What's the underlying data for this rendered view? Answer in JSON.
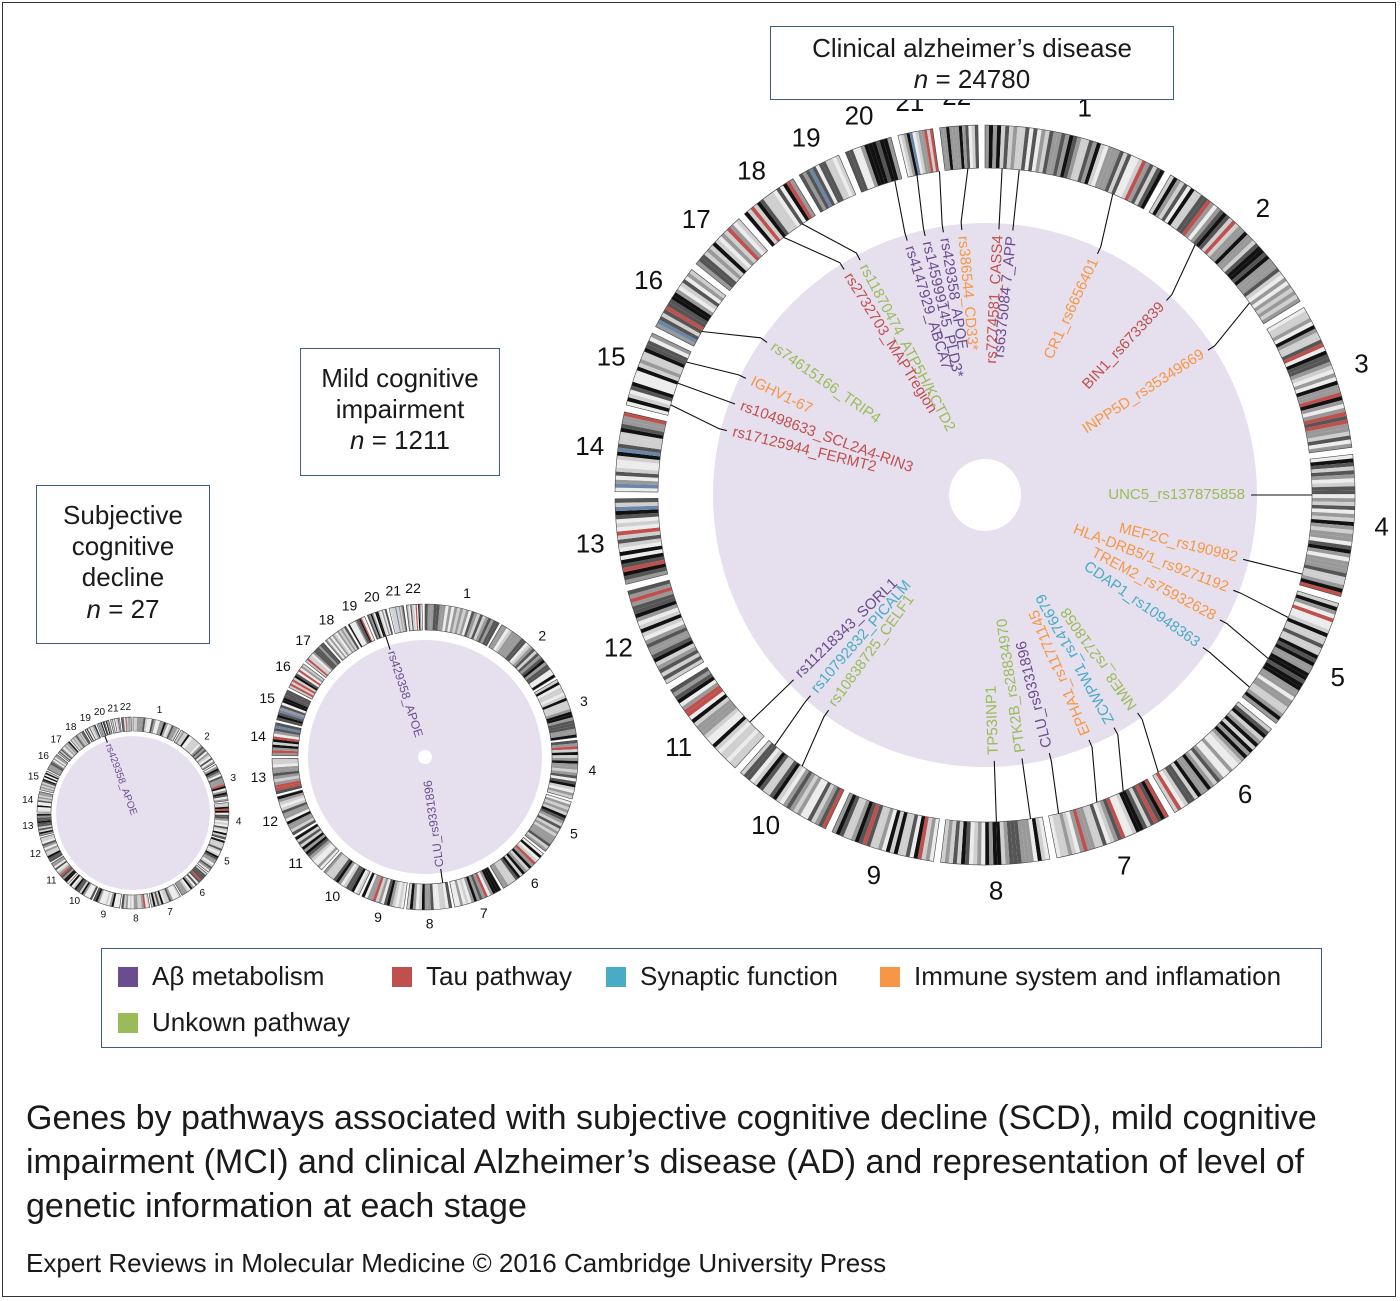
{
  "boxes": {
    "scd": {
      "lines": [
        "Subjective",
        "cognitive",
        "decline"
      ],
      "n_label": "n",
      "n_value": "= 27"
    },
    "mci": {
      "lines": [
        "Mild cognitive",
        "impairment"
      ],
      "n_label": "n",
      "n_value": "= 1211"
    },
    "ad": {
      "lines": [
        "Clinical alzheimer’s disease"
      ],
      "n_label": "n",
      "n_value": "= 24780"
    }
  },
  "chromosomes": [
    "1",
    "2",
    "3",
    "4",
    "5",
    "6",
    "7",
    "8",
    "9",
    "10",
    "11",
    "12",
    "13",
    "14",
    "15",
    "16",
    "17",
    "18",
    "19",
    "20",
    "21",
    "22"
  ],
  "colors": {
    "abeta": "#6b4c8e",
    "tau": "#c0504d",
    "synaptic": "#4aabc6",
    "immune": "#f79646",
    "unknown": "#9bbb59",
    "inner_fill": "#e6e0ee"
  },
  "scd_genes": [
    {
      "label": "rs429358_APOE",
      "color": "abeta"
    }
  ],
  "mci_genes": [
    {
      "label": "rs429358_APOE",
      "color": "abeta"
    },
    {
      "label": "CLU_rs9331896",
      "color": "abeta"
    }
  ],
  "ad_genes": [
    {
      "label": "rs6375084 7_APP",
      "color": "abeta"
    },
    {
      "label": "rs7274581_CASS4",
      "color": "tau"
    },
    {
      "label": "rs386544_CD33*",
      "color": "immune"
    },
    {
      "label": "rs429358_APOE",
      "color": "abeta"
    },
    {
      "label": "rs145999145_PLD3*",
      "color": "abeta"
    },
    {
      "label": "rs4147929_ABCA7",
      "color": "abeta"
    },
    {
      "label": "rs11870474_ATP5H/KCTD2",
      "color": "unknown"
    },
    {
      "label": "rs2732703_MAPTregion",
      "color": "tau"
    },
    {
      "label": "rs74615166_TRIP4",
      "color": "unknown"
    },
    {
      "label": "IGHV1-67",
      "color": "immune"
    },
    {
      "label": "rs10498633_SCL2A4-RIN3",
      "color": "tau"
    },
    {
      "label": "rs17125944_FERMT2",
      "color": "tau"
    },
    {
      "label": "CR1_rs6656401",
      "color": "immune"
    },
    {
      "label": "BIN1_rs6733839",
      "color": "tau"
    },
    {
      "label": "INPP5D_rs35349669",
      "color": "immune"
    },
    {
      "label": "UNC5_rs137875858",
      "color": "unknown"
    },
    {
      "label": "MEF2C_rs190982",
      "color": "immune"
    },
    {
      "label": "HLA-DRB5/1_rs9271192",
      "color": "immune"
    },
    {
      "label": "TREM2_rs75932628",
      "color": "immune"
    },
    {
      "label": "CDAP1_rs10948363",
      "color": "synaptic"
    },
    {
      "label": "NME8_rs2718058",
      "color": "unknown"
    },
    {
      "label": "ZCWPW1_rs1476679",
      "color": "synaptic"
    },
    {
      "label": "EPHA1_rs11771145",
      "color": "immune"
    },
    {
      "label": "CLU_rs9331896",
      "color": "abeta"
    },
    {
      "label": "PTK2B_rs28834970",
      "color": "unknown"
    },
    {
      "label": "TP53INP1",
      "color": "unknown"
    },
    {
      "label": "rs11218343_SORL1",
      "color": "abeta"
    },
    {
      "label": "rs10792832_PICALM",
      "color": "synaptic"
    },
    {
      "label": "rs10838725_CELF1",
      "color": "unknown"
    }
  ],
  "legend": [
    {
      "label": "Aβ metabolism",
      "color": "#6b4c8e"
    },
    {
      "label": "Tau pathway",
      "color": "#c0504d"
    },
    {
      "label": "Synaptic function",
      "color": "#4aabc6"
    },
    {
      "label": "Immune system and inflamation",
      "color": "#f79646"
    },
    {
      "label": "Unkown pathway",
      "color": "#9bbb59"
    }
  ],
  "caption": "Genes by pathways associated with subjective cognitive decline (SCD), mild cognitive impairment (MCI) and clinical Alzheimer’s disease (AD) and representation of level of genetic information at each stage",
  "credit": "Expert Reviews in Molecular Medicine © 2016 Cambridge University Press"
}
